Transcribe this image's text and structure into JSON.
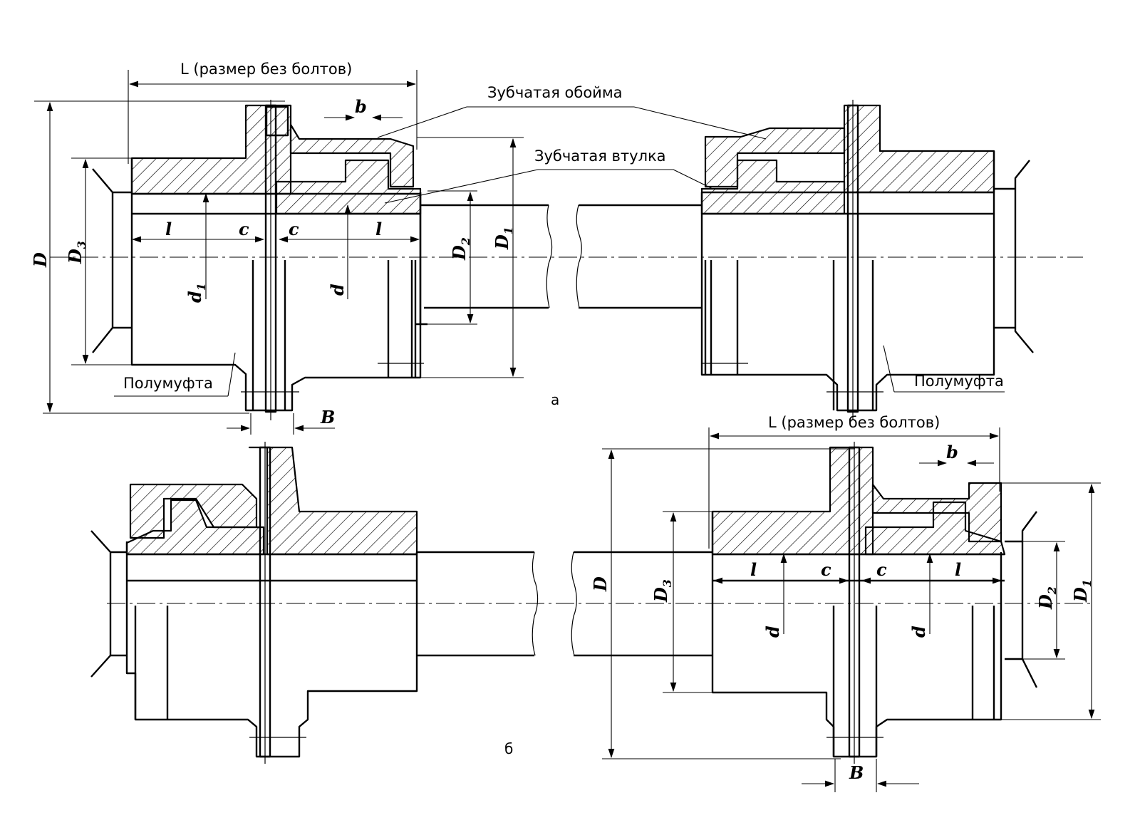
{
  "labels": {
    "length_note": "L (размер без болтов)",
    "toothed_sleeve_housing": "Зубчатая обойма",
    "toothed_bushing": "Зубчатая втулка",
    "half_coupling": "Полумуфта",
    "variant_a": "а",
    "variant_b": "б"
  },
  "symbols": {
    "D": "D",
    "D1": "D",
    "D1_sub": "1",
    "D2": "D",
    "D2_sub": "2",
    "D3": "D",
    "D3_sub": "3",
    "d": "d",
    "d1": "d",
    "d1_sub": "1",
    "l": "l",
    "c": "c",
    "b": "b",
    "B": "B"
  }
}
